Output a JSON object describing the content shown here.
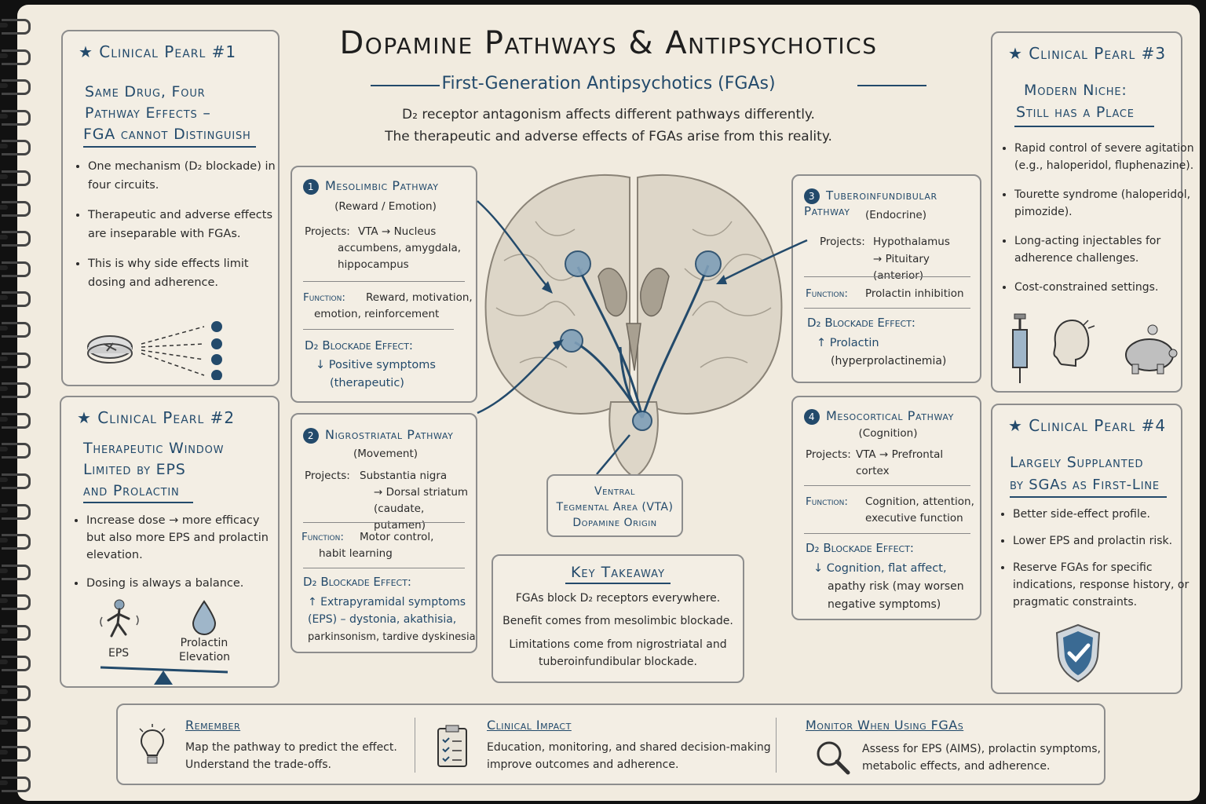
{
  "title": "Dopamine Pathways & Antipsychotics",
  "subtitle": "First-Generation Antipsychotics (FGAs)",
  "intro": [
    "D₂ receptor antagonism affects different pathways differently.",
    "The therapeutic and adverse effects of FGAs arise from this reality."
  ],
  "pearl1": {
    "heading": "Clinical Pearl #1",
    "sub": [
      "Same Drug, Four",
      "Pathway Effects –",
      "FGA cannot Distinguish"
    ],
    "bullets": [
      "One mechanism (D₂ blockade) in four circuits.",
      "Therapeutic and adverse effects are inseparable with FGAs.",
      "This is why side effects limit dosing and adherence."
    ]
  },
  "pearl2": {
    "heading": "Clinical Pearl #2",
    "sub": [
      "Therapeutic Window",
      "Limited by EPS",
      "and Prolactin"
    ],
    "bullets": [
      "Increase dose → more efficacy but also more EPS and prolactin elevation.",
      "Dosing is always a balance."
    ],
    "eps_label": "EPS",
    "prolactin_label": [
      "Prolactin",
      "Elevation"
    ]
  },
  "pearl3": {
    "heading": "Clinical Pearl #3",
    "sub": [
      "Modern Niche:",
      "Still has a Place"
    ],
    "bullets": [
      "Rapid control of severe agitation (e.g., haloperidol, fluphenazine).",
      "Tourette syndrome (haloperidol, pimozide).",
      "Long-acting injectables for adherence challenges.",
      "Cost-constrained settings."
    ]
  },
  "pearl4": {
    "heading": "Clinical Pearl #4",
    "sub": [
      "Largely Supplanted",
      "by SGAs as First-Line"
    ],
    "bullets": [
      "Better side-effect profile.",
      "Lower EPS and prolactin risk.",
      "Reserve FGAs for specific indications, response history, or pragmatic constraints."
    ]
  },
  "pathway1": {
    "num": "1",
    "title": "Mesolimbic Pathway",
    "sub": "(Reward / Emotion)",
    "projects_label": "Projects:",
    "projects": [
      "VTA → Nucleus",
      "accumbens, amygdala,",
      "hippocampus"
    ],
    "function_label": "Function:",
    "function": [
      "Reward, motivation,",
      "emotion, reinforcement"
    ],
    "effect_label": "D₂ Blockade Effect:",
    "effect": [
      "↓ Positive symptoms",
      "(therapeutic)"
    ]
  },
  "pathway2": {
    "num": "2",
    "title": "Nigrostriatal Pathway",
    "sub": "(Movement)",
    "projects_label": "Projects:",
    "projects": [
      "Substantia nigra",
      "→ Dorsal striatum",
      "(caudate, putamen)"
    ],
    "function_label": "Function:",
    "function": [
      "Motor control,",
      "habit learning"
    ],
    "effect_label": "D₂ Blockade Effect:",
    "effect": [
      "↑ Extrapyramidal symptoms",
      "(EPS) – dystonia, akathisia,",
      "parkinsonism, tardive dyskinesia"
    ]
  },
  "pathway3": {
    "num": "3",
    "title": "Tuberoinfundibular Pathway",
    "sub": "(Endocrine)",
    "projects_label": "Projects:",
    "projects": [
      "Hypothalamus",
      "→ Pituitary (anterior)"
    ],
    "function_label": "Function:",
    "function": [
      "Prolactin inhibition"
    ],
    "effect_label": "D₂ Blockade Effect:",
    "effect": [
      "↑ Prolactin",
      "(hyperprolactinemia)"
    ]
  },
  "pathway4": {
    "num": "4",
    "title": "Mesocortical Pathway",
    "sub": "(Cognition)",
    "projects_label": "Projects:",
    "projects": [
      "VTA → Prefrontal",
      "cortex"
    ],
    "function_label": "Function:",
    "function": [
      "Cognition, attention,",
      "executive function"
    ],
    "effect_label": "D₂ Blockade Effect:",
    "effect": [
      "↓ Cognition, flat affect,",
      "apathy risk (may worsen",
      "negative symptoms)"
    ]
  },
  "vta": [
    "Ventral",
    "Tegmental Area (VTA)",
    "Dopamine Origin"
  ],
  "takeaway": {
    "heading": "Key Takeaway",
    "lines": [
      "FGAs block D₂ receptors everywhere.",
      "Benefit comes from mesolimbic blockade.",
      "Limitations come from nigrostriatal and",
      "tuberoinfundibular blockade."
    ]
  },
  "footer": {
    "remember": {
      "heading": "Remember",
      "lines": [
        "Map the pathway to predict the effect.",
        "Understand the trade-offs."
      ]
    },
    "impact": {
      "heading": "Clinical Impact",
      "lines": [
        "Education, monitoring, and shared decision-making",
        "improve outcomes and adherence."
      ]
    },
    "monitor": {
      "heading": "Monitor When Using FGAs",
      "lines": [
        "Assess for EPS (AIMS), prolactin symptoms,",
        "metabolic effects, and adherence."
      ]
    }
  },
  "colors": {
    "accent": "#234a6b",
    "paper": "#f1ebdf",
    "border": "#8d8d8d"
  }
}
